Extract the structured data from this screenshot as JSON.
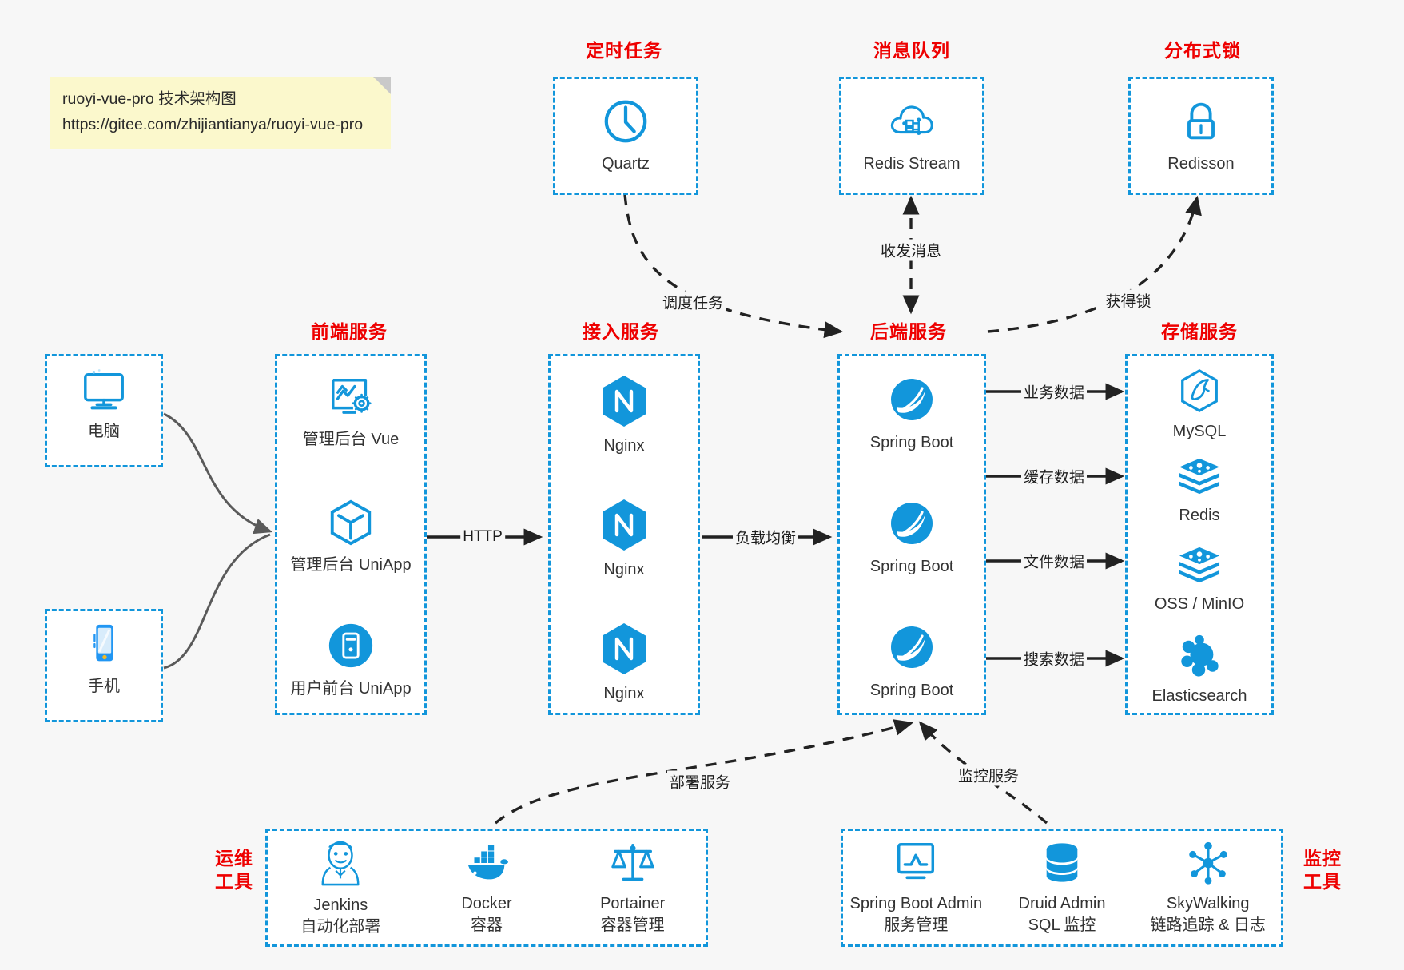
{
  "note": {
    "line1": "ruoyi-vue-pro 技术架构图",
    "line2": "https://gitee.com/zhijiantianya/ruoyi-vue-pro"
  },
  "colors": {
    "accent": "#1296db",
    "title": "#ee0000",
    "background": "#f7f7f7",
    "box_fill": "#ffffff",
    "note_fill": "#fbf8cc",
    "text": "#333333",
    "edge": "#1d1d1d"
  },
  "groups": {
    "scheduler": {
      "title": "定时任务"
    },
    "mq": {
      "title": "消息队列"
    },
    "lock": {
      "title": "分布式锁"
    },
    "frontend": {
      "title": "前端服务"
    },
    "gateway": {
      "title": "接入服务"
    },
    "backend": {
      "title": "后端服务"
    },
    "storage": {
      "title": "存储服务"
    },
    "devops": {
      "title": "运维\n工具",
      "line1": "运维",
      "line2": "工具"
    },
    "monitor": {
      "title": "监控\n工具",
      "line1": "监控",
      "line2": "工具"
    }
  },
  "nodes": {
    "quartz": {
      "label": "Quartz",
      "icon": "clock-icon"
    },
    "redis_stream": {
      "label": "Redis Stream",
      "icon": "cloud-stream-icon"
    },
    "redisson": {
      "label": "Redisson",
      "icon": "lock-icon"
    },
    "computer": {
      "label": "电脑",
      "icon": "desktop-icon"
    },
    "phone": {
      "label": "手机",
      "icon": "smartphone-icon"
    },
    "admin_vue": {
      "label": "管理后台 Vue",
      "icon": "dashboard-icon"
    },
    "admin_uniapp": {
      "label": "管理后台 UniApp",
      "icon": "cube-icon"
    },
    "user_uniapp": {
      "label": "用户前台 UniApp",
      "icon": "mobile-circle-icon"
    },
    "nginx1": {
      "label": "Nginx",
      "icon": "nginx-icon"
    },
    "nginx2": {
      "label": "Nginx",
      "icon": "nginx-icon"
    },
    "nginx3": {
      "label": "Nginx",
      "icon": "nginx-icon"
    },
    "springboot1": {
      "label": "Spring Boot",
      "icon": "spring-icon"
    },
    "springboot2": {
      "label": "Spring Boot",
      "icon": "spring-icon"
    },
    "springboot3": {
      "label": "Spring Boot",
      "icon": "spring-icon"
    },
    "mysql": {
      "label": "MySQL",
      "icon": "mysql-icon"
    },
    "redis": {
      "label": "Redis",
      "icon": "redis-stack-icon"
    },
    "oss": {
      "label": "OSS / MinIO",
      "icon": "redis-stack-icon"
    },
    "elasticsearch": {
      "label": "Elasticsearch",
      "icon": "elasticsearch-icon"
    },
    "jenkins": {
      "label": "Jenkins",
      "sub": "自动化部署",
      "icon": "jenkins-icon"
    },
    "docker": {
      "label": "Docker",
      "sub": "容器",
      "icon": "docker-icon"
    },
    "portainer": {
      "label": "Portainer",
      "sub": "容器管理",
      "icon": "scales-icon"
    },
    "sba": {
      "label": "Spring Boot Admin",
      "sub": "服务管理",
      "icon": "monitor-chart-icon"
    },
    "druid": {
      "label": "Druid Admin",
      "sub": "SQL 监控",
      "icon": "database-icon"
    },
    "skywalking": {
      "label": "SkyWalking",
      "sub": "链路追踪 & 日志",
      "icon": "skywalking-icon"
    }
  },
  "edges": {
    "http": "HTTP",
    "load_balance": "负载均衡",
    "schedule_task": "调度任务",
    "send_receive_message": "收发消息",
    "acquire_lock": "获得锁",
    "business_data": "业务数据",
    "cache_data": "缓存数据",
    "file_data": "文件数据",
    "search_data": "搜索数据",
    "deploy_service": "部署服务",
    "monitor_service": "监控服务"
  }
}
